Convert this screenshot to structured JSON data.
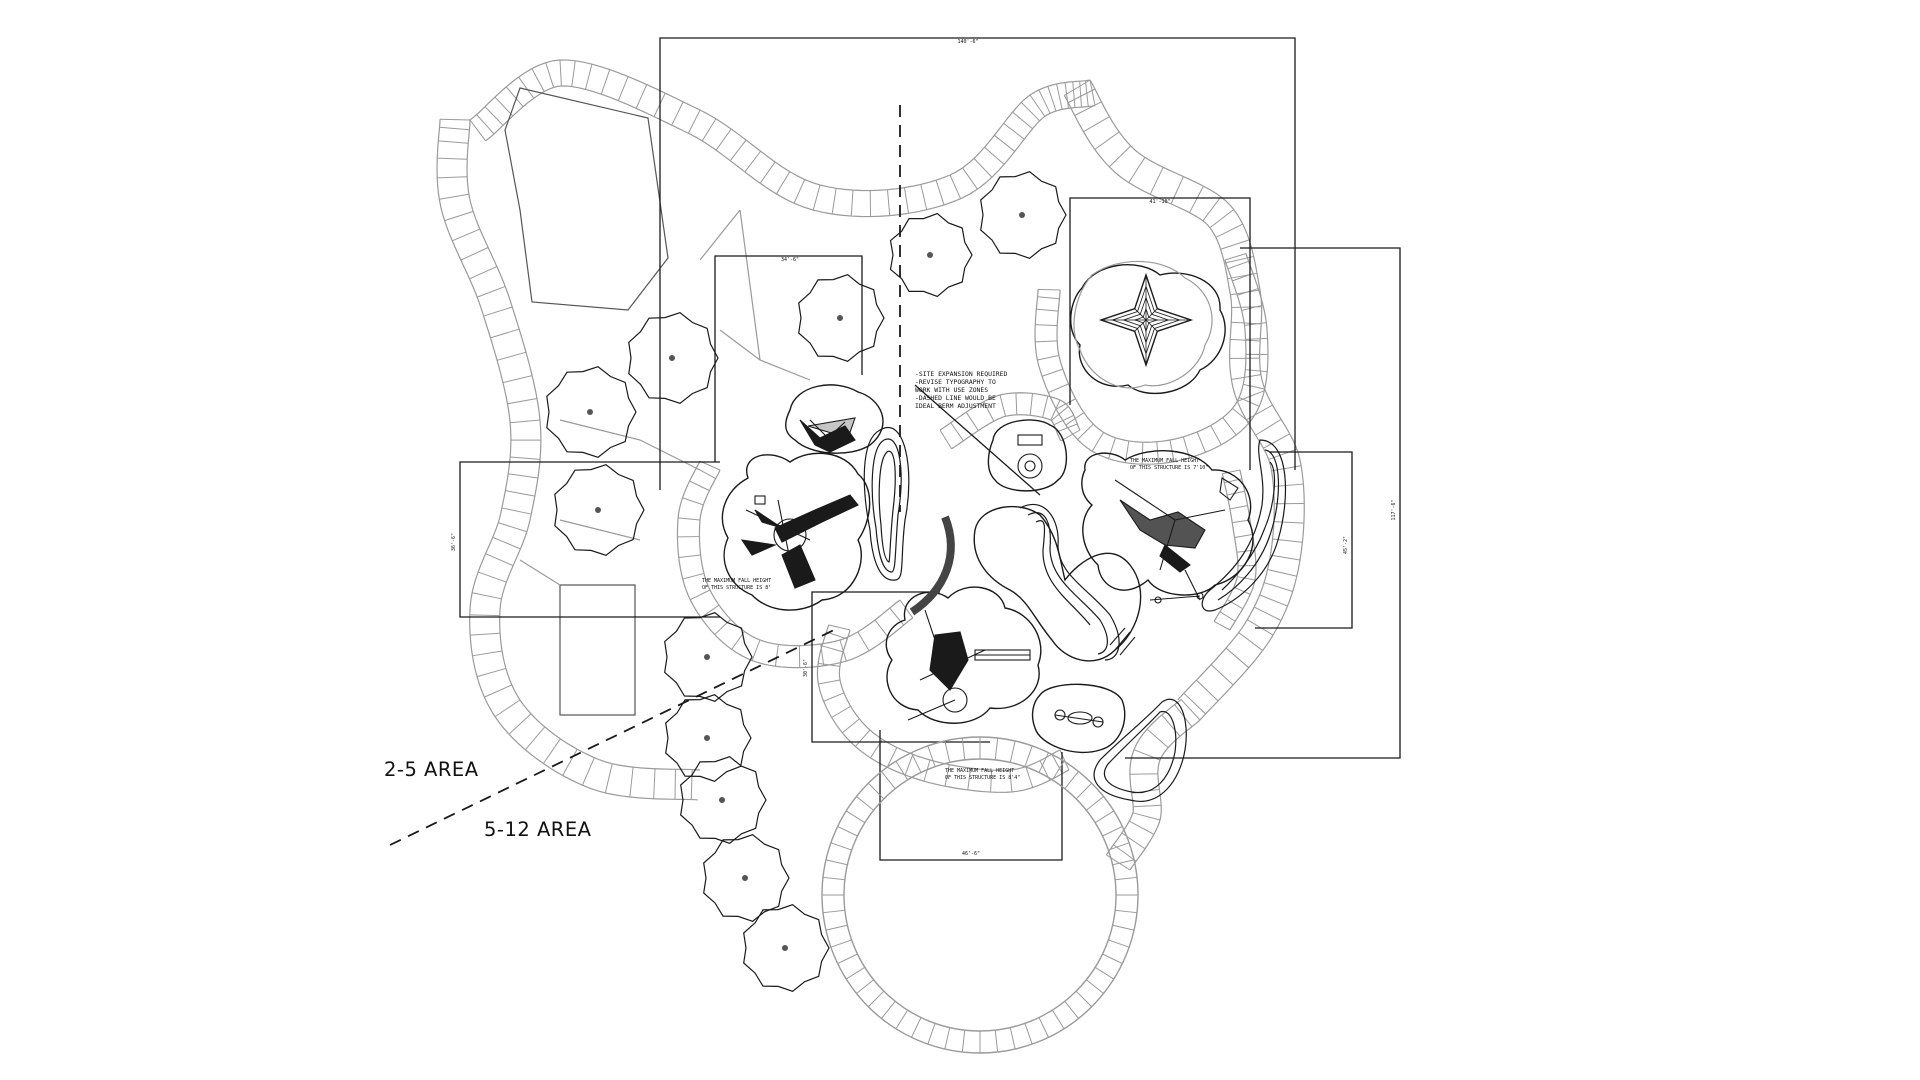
{
  "drawing": {
    "labels": {
      "area_2_5": "2-5 AREA",
      "area_5_12": "5-12 AREA"
    },
    "site_note": [
      "-SITE EXPANSION REQUIRED",
      "-REVISE TYPOGRAPHY TO",
      "WORK WITH USE ZONES",
      "-DASHED LINE WOULD BE",
      "IDEAL BERM ADJUSTMENT"
    ],
    "dimensions": {
      "overall_width": "140'-6\"",
      "overall_height": "117'-6\"",
      "left_height": "36'-6\"",
      "west_width": "34'-6\"",
      "east_width": "41'-10\"",
      "east_height": "45'-2\"",
      "south_width": "46'-6\"",
      "south_height": "30'-6\""
    },
    "fall_height_notes": {
      "west": [
        "THE MAXIMUM FALL HEIGHT",
        "OF THIS STRUCTURE IS 8'"
      ],
      "east": [
        "THE MAXIMUM FALL HEIGHT",
        "OF THIS STRUCTURE IS 7'10\""
      ],
      "south": [
        "THE MAXIMUM FALL HEIGHT",
        "OF THIS STRUCTURE IS 8'4\""
      ]
    },
    "colors": {
      "line": "#1a1a1a",
      "border": "#9a9a9a",
      "background": "#ffffff"
    }
  }
}
